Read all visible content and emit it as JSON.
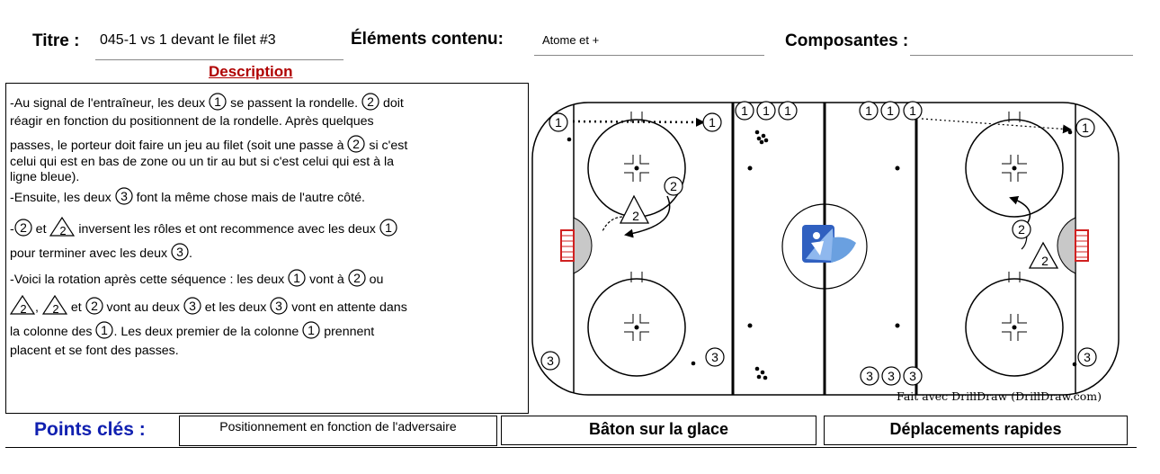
{
  "header": {
    "title_label": "Titre :",
    "title_value": "045-1 vs 1 devant le filet #3",
    "elements_label": "Éléments contenu:",
    "elements_value": "Atome et +",
    "components_label": "Composantes :",
    "components_value": ""
  },
  "description": {
    "title": "Description",
    "lines": [
      [
        {
          "t": "-Au signal de l'entraîneur, les deux "
        },
        {
          "c": "1"
        },
        {
          "t": " se passent la rondelle. "
        },
        {
          "c": "2"
        },
        {
          "t": " doit"
        }
      ],
      [
        {
          "t": "réagir en fonction du positionnent de la rondelle.  Après quelques"
        }
      ],
      [
        {
          "t": "passes, le porteur doit faire un jeu au filet (soit une passe à "
        },
        {
          "c": "2"
        },
        {
          "t": " si c'est"
        }
      ],
      [
        {
          "t": "celui qui est en bas de zone ou un tir au but si c'est celui qui est à la"
        }
      ],
      [
        {
          "t": "ligne bleue)."
        }
      ],
      [
        {
          "t": "-Ensuite, les deux "
        },
        {
          "c": "3"
        },
        {
          "t": " font la même chose mais de l'autre côté."
        }
      ],
      [
        {
          "t": "-"
        },
        {
          "c": "2"
        },
        {
          "t": " et "
        },
        {
          "tri": "2"
        },
        {
          "t": " inversent les rôles et ont recommence avec les  deux "
        },
        {
          "c": "1"
        }
      ],
      [
        {
          "t": "pour terminer avec les deux "
        },
        {
          "c": "3"
        },
        {
          "t": "."
        }
      ],
      [
        {
          "t": "-Voici la rotation après cette séquence : les deux "
        },
        {
          "c": "1"
        },
        {
          "t": " vont à "
        },
        {
          "c": "2"
        },
        {
          "t": " ou"
        }
      ],
      [
        {
          "tri": "2"
        },
        {
          "t": ", "
        },
        {
          "tri": "2"
        },
        {
          "t": " et "
        },
        {
          "c": "2"
        },
        {
          "t": " vont au deux "
        },
        {
          "c": "3"
        },
        {
          "t": " et les deux  "
        },
        {
          "c": "3"
        },
        {
          "t": " vont en attente dans"
        }
      ],
      [
        {
          "t": "la colonne des "
        },
        {
          "c": "1"
        },
        {
          "t": ".  Les deux premier de la colonne "
        },
        {
          "c": "1"
        },
        {
          "t": " prennent"
        }
      ],
      [
        {
          "t": "placent et se font des passes."
        }
      ]
    ]
  },
  "diagram": {
    "credit": "Fait avec DrillDraw (DrillDraw.com)",
    "labels": {
      "one": "1",
      "two": "2",
      "three": "3"
    },
    "colors": {
      "rink_line": "#000000",
      "crease_fill": "#c8c8c8",
      "net": "#d02020",
      "logo_blue": "#3060c0"
    }
  },
  "key_points": {
    "label": "Points clés :",
    "items": [
      "Positionnement en fonction de l'adversaire",
      "Bâton sur la glace",
      "Déplacements rapides"
    ]
  }
}
